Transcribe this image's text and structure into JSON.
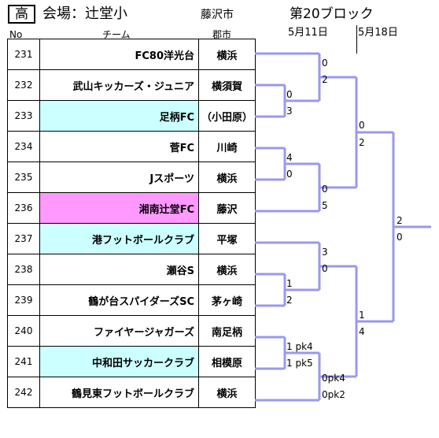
{
  "header": {
    "grade": "高",
    "venue": "会場：辻堂小",
    "city": "藤沢市",
    "block": "第20ブロック",
    "date1": "5月11日",
    "date2": "5月18日"
  },
  "columns": {
    "no": "No",
    "team": "チーム",
    "region": "郡市"
  },
  "teams": [
    {
      "no": "231",
      "name": "FC80洋光台",
      "region": "横浜",
      "highlight": "none"
    },
    {
      "no": "232",
      "name": "武山キッカーズ・ジュニア",
      "region": "横須賀",
      "highlight": "none"
    },
    {
      "no": "233",
      "name": "足柄FC",
      "region": "（小田原）",
      "highlight": "cyan"
    },
    {
      "no": "234",
      "name": "菅FC",
      "region": "川崎",
      "highlight": "none"
    },
    {
      "no": "235",
      "name": "Jスポーツ",
      "region": "横浜",
      "highlight": "none"
    },
    {
      "no": "236",
      "name": "湘南辻堂FC",
      "region": "藤沢",
      "highlight": "pink"
    },
    {
      "no": "237",
      "name": "港フットボールクラブ",
      "region": "平塚",
      "highlight": "cyan"
    },
    {
      "no": "238",
      "name": "瀬谷S",
      "region": "横浜",
      "highlight": "none"
    },
    {
      "no": "239",
      "name": "鶴が台スパイダーズSC",
      "region": "茅ヶ崎",
      "highlight": "none"
    },
    {
      "no": "240",
      "name": "ファイヤージャガーズ",
      "region": "南足柄",
      "highlight": "none"
    },
    {
      "no": "241",
      "name": "中和田サッカークラブ",
      "region": "相模原",
      "highlight": "cyan"
    },
    {
      "no": "242",
      "name": "鶴見東フットボールクラブ",
      "region": "横浜",
      "highlight": "none"
    }
  ],
  "scores": {
    "m232_233_top": "0",
    "m232_233_bot": "3",
    "m231_w1_top": "0",
    "m231_w1_bot": "2",
    "m234_235_top": "4",
    "m234_235_bot": "0",
    "m_w2_236_top": "0",
    "m_w2_236_bot": "5",
    "semiA_top": "0",
    "semiA_bot": "2",
    "m238_239_top": "1",
    "m238_239_bot": "2",
    "m237_w4_top": "3",
    "m237_w4_bot": "0",
    "m240_241_top": "1 pk4",
    "m240_241_bot": "1 pk5",
    "m_w6_242_top": "0pk4",
    "m_w6_242_bot": "0pk2",
    "semiB_top": "1",
    "semiB_bot": "4",
    "final_top": "2",
    "final_bot": "0"
  },
  "colors": {
    "bracket_line": "#9999ee",
    "cyan": "#ccffff",
    "pink": "#ff99ff"
  }
}
